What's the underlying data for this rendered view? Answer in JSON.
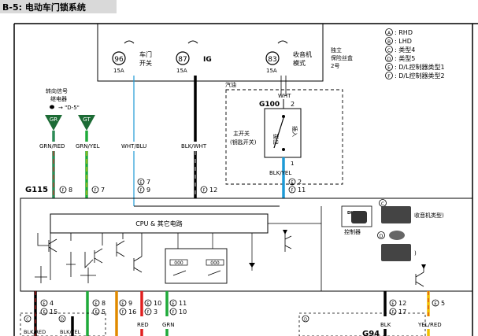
{
  "title": "B-5: 电动车门锁系统",
  "legend": [
    {
      "letter": "A",
      "text": ": RHD"
    },
    {
      "letter": "B",
      "text": ": LHD"
    },
    {
      "letter": "C",
      "text": ": 类型4"
    },
    {
      "letter": "D",
      "text": ": 类型5"
    },
    {
      "letter": "E",
      "text": ": D/L控制器类型1"
    },
    {
      "letter": "F",
      "text": ": D/L控制器类型2"
    }
  ],
  "fuses": [
    {
      "number": "96",
      "rating": "15A",
      "label_line1": "车门",
      "label_line2": "开关"
    },
    {
      "number": "87",
      "rating": "15A",
      "label_line1": "IG",
      "label_line2": ""
    },
    {
      "number": "83",
      "rating": "15A",
      "label_line1": "收音机",
      "label_line2": "模式"
    }
  ],
  "fuse_box": {
    "line1": "独立",
    "line2": "保险丝盒",
    "line3": "2号"
  },
  "gasoline_label": "汽油",
  "g100": {
    "label": "G100",
    "pin": "2",
    "wire_top": "WHT",
    "wire_bottom": "BLK/YEL",
    "switch_label_line1": "主开关",
    "switch_label_line2": "(钥匙开关)",
    "switch_left": "拔出",
    "switch_right": "插入",
    "pin_bottom": "1",
    "conn_e": "2",
    "conn_f": "11"
  },
  "relay": {
    "line1": "转向信号",
    "line2": "继电器",
    "arrow": "→ \"D-5\""
  },
  "gr_label": "GR",
  "gt_label": "GT",
  "left_wires": {
    "w1": "GRN/RED",
    "w2": "GRN/YEL",
    "w3": "WHT/BLU",
    "w4": "BLK/WHT"
  },
  "g115": {
    "label": "G115",
    "c1_f": "8",
    "c2_f": "7",
    "c3_e": "7",
    "c3_f": "9",
    "c4_f": "12"
  },
  "module": {
    "cpu_label": "CPU & 其它电路",
    "dl_icon": "DL",
    "controller": "控制器",
    "c_module": "收音机类型)",
    "d_module": ")",
    "relay_pins_left": "000",
    "relay_pins_right": "000"
  },
  "bottom": {
    "t1_e": "4",
    "t1_f": "15",
    "t2_e": "8",
    "t2_f": "5",
    "t3_e": "9",
    "t3_f": "16",
    "t4_e": "10",
    "t4_f": "3",
    "t4_wire": "RED",
    "t5_e": "11",
    "t5_f": "10",
    "t5_wire": "GRN",
    "t6_e": "12",
    "t6_f": "17",
    "t6_wire": "BLK",
    "t7_e": "5",
    "t7_wire": "YEL/RED",
    "c_wire": "BLK/RED",
    "d_wire": "BLK/YEL",
    "g94": "G94"
  },
  "colors": {
    "grn_red": "#2e8b57",
    "grn": "#1faa3a",
    "wht_blu": "#1e9ad6",
    "blk": "#000000",
    "red": "#e02020",
    "orange": "#e08a00",
    "yel": "#f0c000"
  }
}
